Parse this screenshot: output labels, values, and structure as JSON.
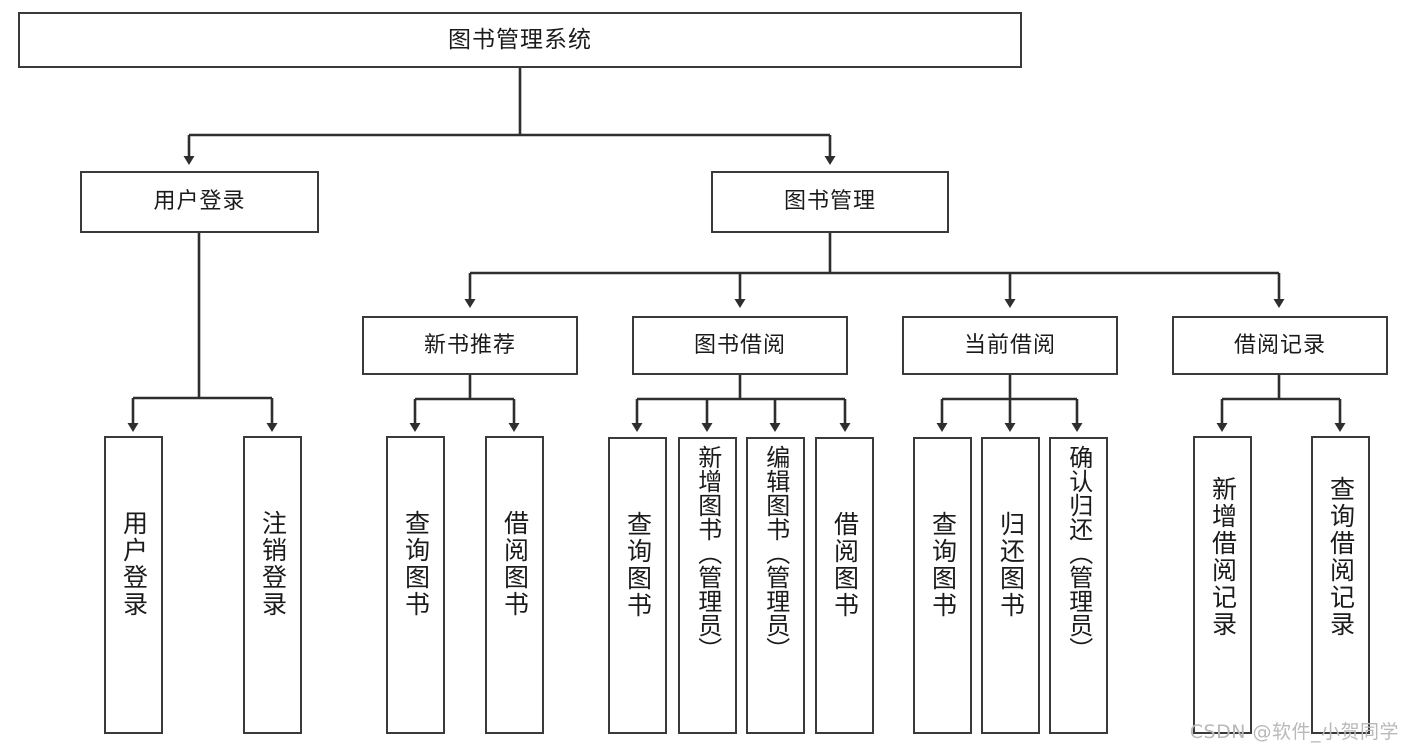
{
  "diagram": {
    "type": "tree",
    "title": "图书管理系统",
    "root": {
      "id": "root",
      "label": "图书管理系统"
    },
    "level2": [
      {
        "id": "user-login",
        "label": "用户登录"
      },
      {
        "id": "book-manage",
        "label": "图书管理"
      }
    ],
    "level3": [
      {
        "id": "new-book-recommend",
        "label": "新书推荐",
        "parent": "book-manage"
      },
      {
        "id": "book-borrow",
        "label": "图书借阅",
        "parent": "book-manage"
      },
      {
        "id": "current-borrow",
        "label": "当前借阅",
        "parent": "book-manage"
      },
      {
        "id": "borrow-record",
        "label": "借阅记录",
        "parent": "book-manage"
      }
    ],
    "leaves": {
      "user-login": [
        {
          "id": "leaf-user-login",
          "label": "用户登录"
        },
        {
          "id": "leaf-logout",
          "label": "注销登录"
        }
      ],
      "new-book-recommend": [
        {
          "id": "leaf-query-book-1",
          "label": "查询图书"
        },
        {
          "id": "leaf-borrow-book-1",
          "label": "借阅图书"
        }
      ],
      "book-borrow": [
        {
          "id": "leaf-query-book-2",
          "label": "查询图书"
        },
        {
          "id": "leaf-add-book",
          "label": "新增图书（管理员）"
        },
        {
          "id": "leaf-edit-book",
          "label": "编辑图书（管理员）"
        },
        {
          "id": "leaf-borrow-book-2",
          "label": "借阅图书"
        }
      ],
      "current-borrow": [
        {
          "id": "leaf-query-book-3",
          "label": "查询图书"
        },
        {
          "id": "leaf-return-book",
          "label": "归还图书"
        },
        {
          "id": "leaf-confirm-return",
          "label": "确认归还（管理员）"
        }
      ],
      "borrow-record": [
        {
          "id": "leaf-add-record",
          "label": "新增借阅记录"
        },
        {
          "id": "leaf-query-record",
          "label": "查询借阅记录"
        }
      ]
    }
  },
  "watermark": {
    "text": "CSDN @软件_小贺同学"
  },
  "colors": {
    "stroke": "#3a3a3a",
    "background": "#ffffff",
    "text": "#1b1b1b",
    "watermark": "#b9b9b9"
  }
}
